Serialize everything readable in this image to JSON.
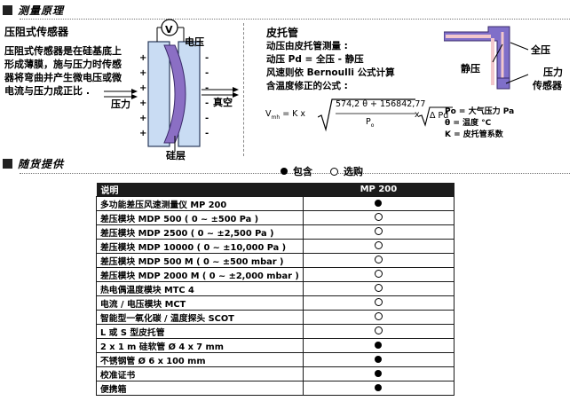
{
  "section1": {
    "title": "测量原理"
  },
  "pressure_sensor": {
    "heading": "压阻式传感器",
    "description": [
      "压阻式传感器是在硅基底上",
      "形成薄膜，施与压力时传感",
      "器将弯曲并产生微电压或微",
      "电流与压力成正比 ."
    ],
    "label_voltage": "电压",
    "label_v": "V",
    "label_pressure": "压力",
    "label_vacuum": "真空",
    "label_silicon": "硅层"
  },
  "pitot": {
    "heading": "皮托管",
    "lines": [
      "动压由皮托管测量 :",
      "动压 Pd = 全压 - 静压",
      "风速则依 Bernoulli 公式计算",
      "含温度修正的公式 :"
    ],
    "label_total": "全压",
    "label_static": "静压",
    "label_sensor_1": "压力",
    "label_sensor_2": "传感器",
    "formula": {
      "lhs": "V",
      "lhs_sub": "mh",
      "eq": "= K x",
      "numerator": "574,2 θ + 156842,77",
      "denominator": "P",
      "denominator_sub": "o",
      "times": "x",
      "delta": "Δ Pd"
    },
    "legend": [
      "Po = 大气压力 Pa",
      "θ = 温度 °C",
      "K = 皮托管系数"
    ]
  },
  "section2": {
    "title": "随货提供"
  },
  "legend_marks": {
    "included": "包含",
    "optional": "选购"
  },
  "table": {
    "col1": "说明",
    "col2": "MP 200",
    "rows": [
      {
        "desc": "多功能差压风速测量仪  MP 200",
        "mark": "included"
      },
      {
        "desc": "差压模块  MDP 500 ( 0 ~ ±500 Pa )",
        "mark": "optional"
      },
      {
        "desc": "差压模块  MDP 2500 ( 0 ~ ±2,500 Pa )",
        "mark": "optional"
      },
      {
        "desc": "差压模块  MDP 10000 ( 0 ~ ±10,000 Pa )",
        "mark": "optional"
      },
      {
        "desc": "差压模块  MDP 500 M ( 0 ~ ±500 mbar )",
        "mark": "optional"
      },
      {
        "desc": "差压模块  MDP 2000 M ( 0 ~ ±2,000 mbar )",
        "mark": "optional"
      },
      {
        "desc": "热电偶温度模块  MTC 4",
        "mark": "optional"
      },
      {
        "desc": "电流 / 电压模块  MCT",
        "mark": "optional"
      },
      {
        "desc": "智能型一氧化碳 / 温度探头  SCOT",
        "mark": "optional"
      },
      {
        "desc": "L  或  S  型皮托管",
        "mark": "optional"
      },
      {
        "desc": "2 x 1 m  硅软管 Ø 4 x 7 mm",
        "mark": "included"
      },
      {
        "desc": "不锈钢管 Ø 6 x 100 mm",
        "mark": "included"
      },
      {
        "desc": "校准证书",
        "mark": "included"
      },
      {
        "desc": "便携箱",
        "mark": "included"
      }
    ]
  },
  "colors": {
    "silicon": "#8b6fc4",
    "glass": "#c9dcf3",
    "pitot_tube": "#7f6fc9",
    "pitot_inner": "#f2c7cc",
    "header_bg": "#1c1c1c"
  }
}
